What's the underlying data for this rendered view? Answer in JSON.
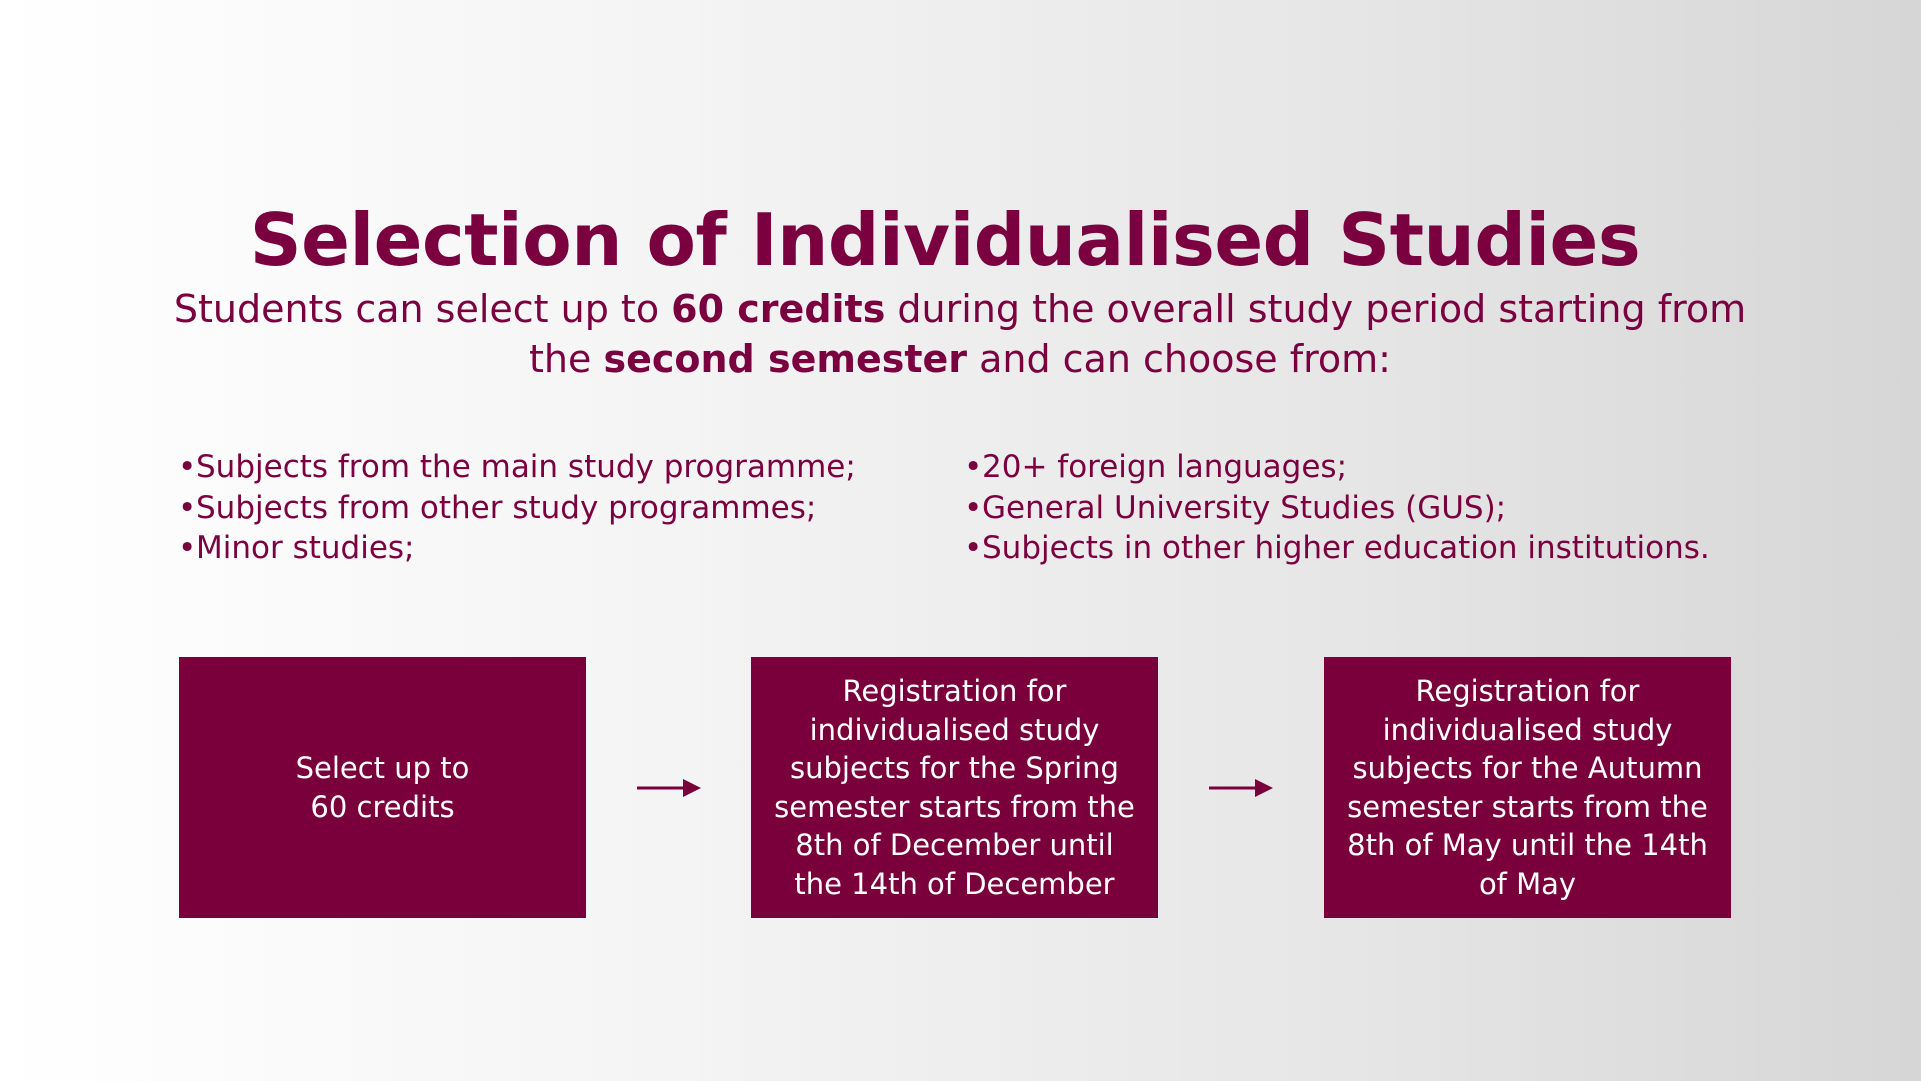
{
  "title": "Selection of Individualised Studies",
  "intro": {
    "part1": "Students can select up to ",
    "bold1": "60 credits",
    "part2": " during the overall study period starting from the ",
    "bold2": "second semester",
    "part3": " and can choose from:"
  },
  "options_left": [
    "Subjects from the main study programme;",
    "Subjects from other study programmes;",
    "Minor studies;"
  ],
  "options_right": [
    "20+ foreign languages;",
    "General University Studies (GUS);",
    "Subjects in other higher education institutions."
  ],
  "flow": [
    "Select up to 60 credits",
    "Registration for individualised study subjects for the Spring semester starts from the 8th of December until the 14th of December",
    "Registration for individualised study subjects for the Autumn semester starts from the 8th of May until the 14th of May"
  ],
  "colors": {
    "brand": "#7a003c",
    "text_on_brand": "#ffffff"
  }
}
